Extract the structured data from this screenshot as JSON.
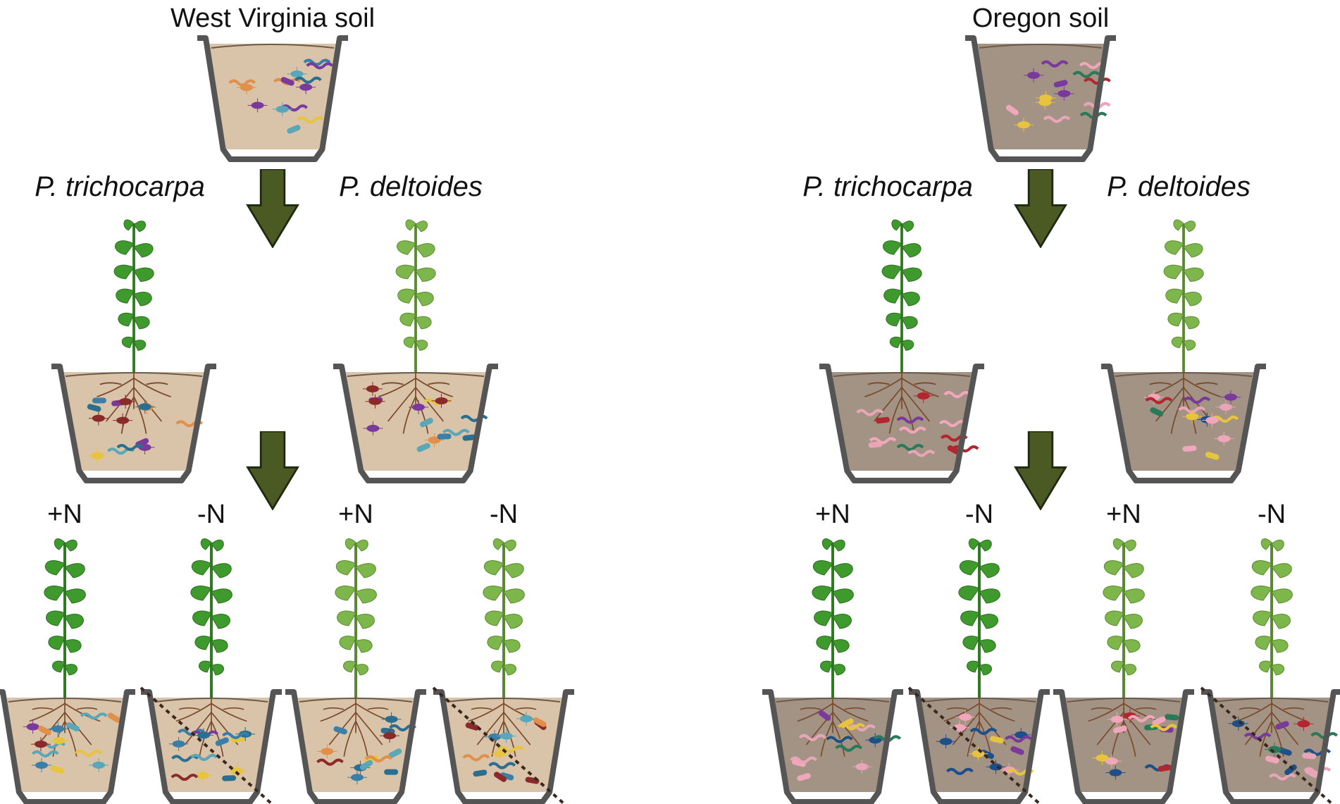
{
  "panels": [
    {
      "title": "West Virginia soil",
      "species": [
        "P. trichocarpa",
        "P. deltoides"
      ],
      "treatments": [
        "+N",
        "-N",
        "+N",
        "-N"
      ],
      "soil_color": "#d9c3a9",
      "microbe_color": "#3a7fa8",
      "accent_colors": [
        "#2a6f8f",
        "#59a7b8",
        "#e0904a",
        "#e7c43d",
        "#7a3a9c",
        "#8b2a2a"
      ]
    },
    {
      "title": "Oregon soil",
      "species": [
        "P. trichocarpa",
        "P. deltoides"
      ],
      "treatments": [
        "+N",
        "-N",
        "+N",
        "-N"
      ],
      "soil_color": "#a39384",
      "microbe_color": "#e8a5b8",
      "accent_colors": [
        "#b3262e",
        "#f0a6bb",
        "#e7c43d",
        "#7a3a9c",
        "#1f4f8a",
        "#2a7a5a"
      ]
    }
  ],
  "colors": {
    "arrow": "#4a5a22",
    "arrow_outline": "#1f2810",
    "trichocarpa_leaf": "#3f9a2e",
    "deltoides_leaf": "#7db64a",
    "pot": "#555555",
    "root": "#7a4a2a",
    "exclusion_line": "#3a2820"
  }
}
